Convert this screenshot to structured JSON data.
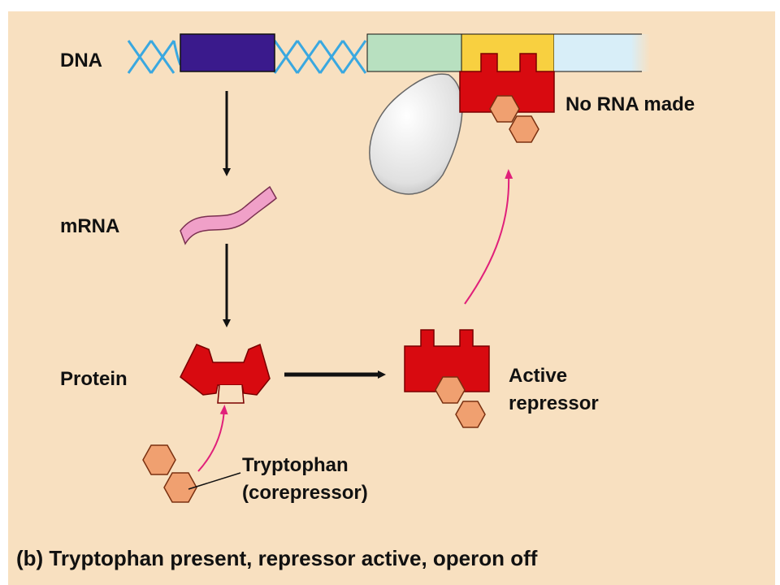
{
  "labels": {
    "dna": "DNA",
    "mrna": "mRNA",
    "protein": "Protein",
    "no_rna": "No RNA made",
    "active_repressor_1": "Active",
    "active_repressor_2": "repressor",
    "tryptophan_1": "Tryptophan",
    "tryptophan_2": "(corepressor)",
    "caption": "(b) Tryptophan present, repressor active, operon off"
  },
  "colors": {
    "background": "#f8e0c0",
    "dna_helix": "#3aa8e0",
    "gene_block": "#3a1a8c",
    "promoter": "#b8e0c0",
    "operator": "#f8d040",
    "trp_genes": "#d8eef8",
    "repressor": "#d80a10",
    "tryptophan": "#f0a070",
    "mrna": "#f0a0c8",
    "rna_polymerase": "#e8e8e8",
    "pathway_arrow": "#e0207a"
  }
}
